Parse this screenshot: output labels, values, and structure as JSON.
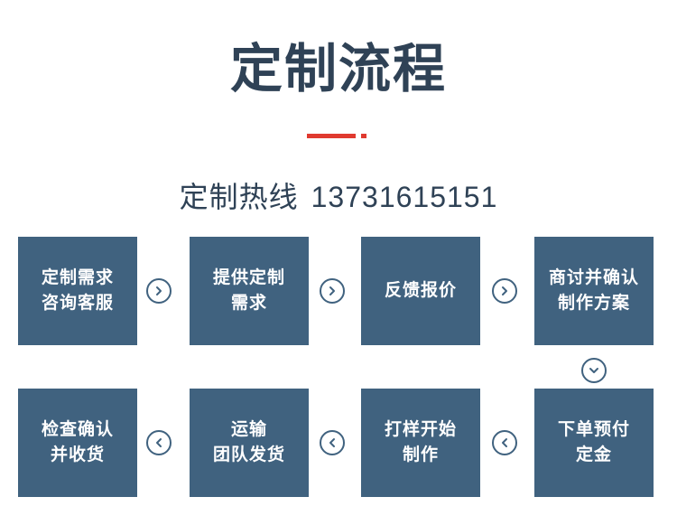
{
  "header": {
    "title": "定制流程",
    "divider_color": "#e03a2f"
  },
  "hotline": {
    "label": "定制热线",
    "number": "13731615151"
  },
  "colors": {
    "box": "#40627f",
    "text_dark": "#2f4256",
    "accent": "#e03a2f"
  },
  "flow": {
    "row1": [
      {
        "line1": "定制需求",
        "line2": "咨询客服"
      },
      {
        "line1": "提供定制",
        "line2": "需求"
      },
      {
        "line1": "反馈报价",
        "line2": ""
      },
      {
        "line1": "商讨并确认",
        "line2": "制作方案"
      }
    ],
    "row2": [
      {
        "line1": "检查确认",
        "line2": "并收货"
      },
      {
        "line1": "运输",
        "line2": "团队发货"
      },
      {
        "line1": "打样开始",
        "line2": "制作"
      },
      {
        "line1": "下单预付",
        "line2": "定金"
      }
    ],
    "connectors": {
      "right_1": "chevron-right-icon",
      "right_2": "chevron-right-icon",
      "right_3": "chevron-right-icon",
      "down_1": "chevron-down-icon",
      "left_1": "chevron-left-icon",
      "left_2": "chevron-left-icon",
      "left_3": "chevron-left-icon"
    }
  }
}
